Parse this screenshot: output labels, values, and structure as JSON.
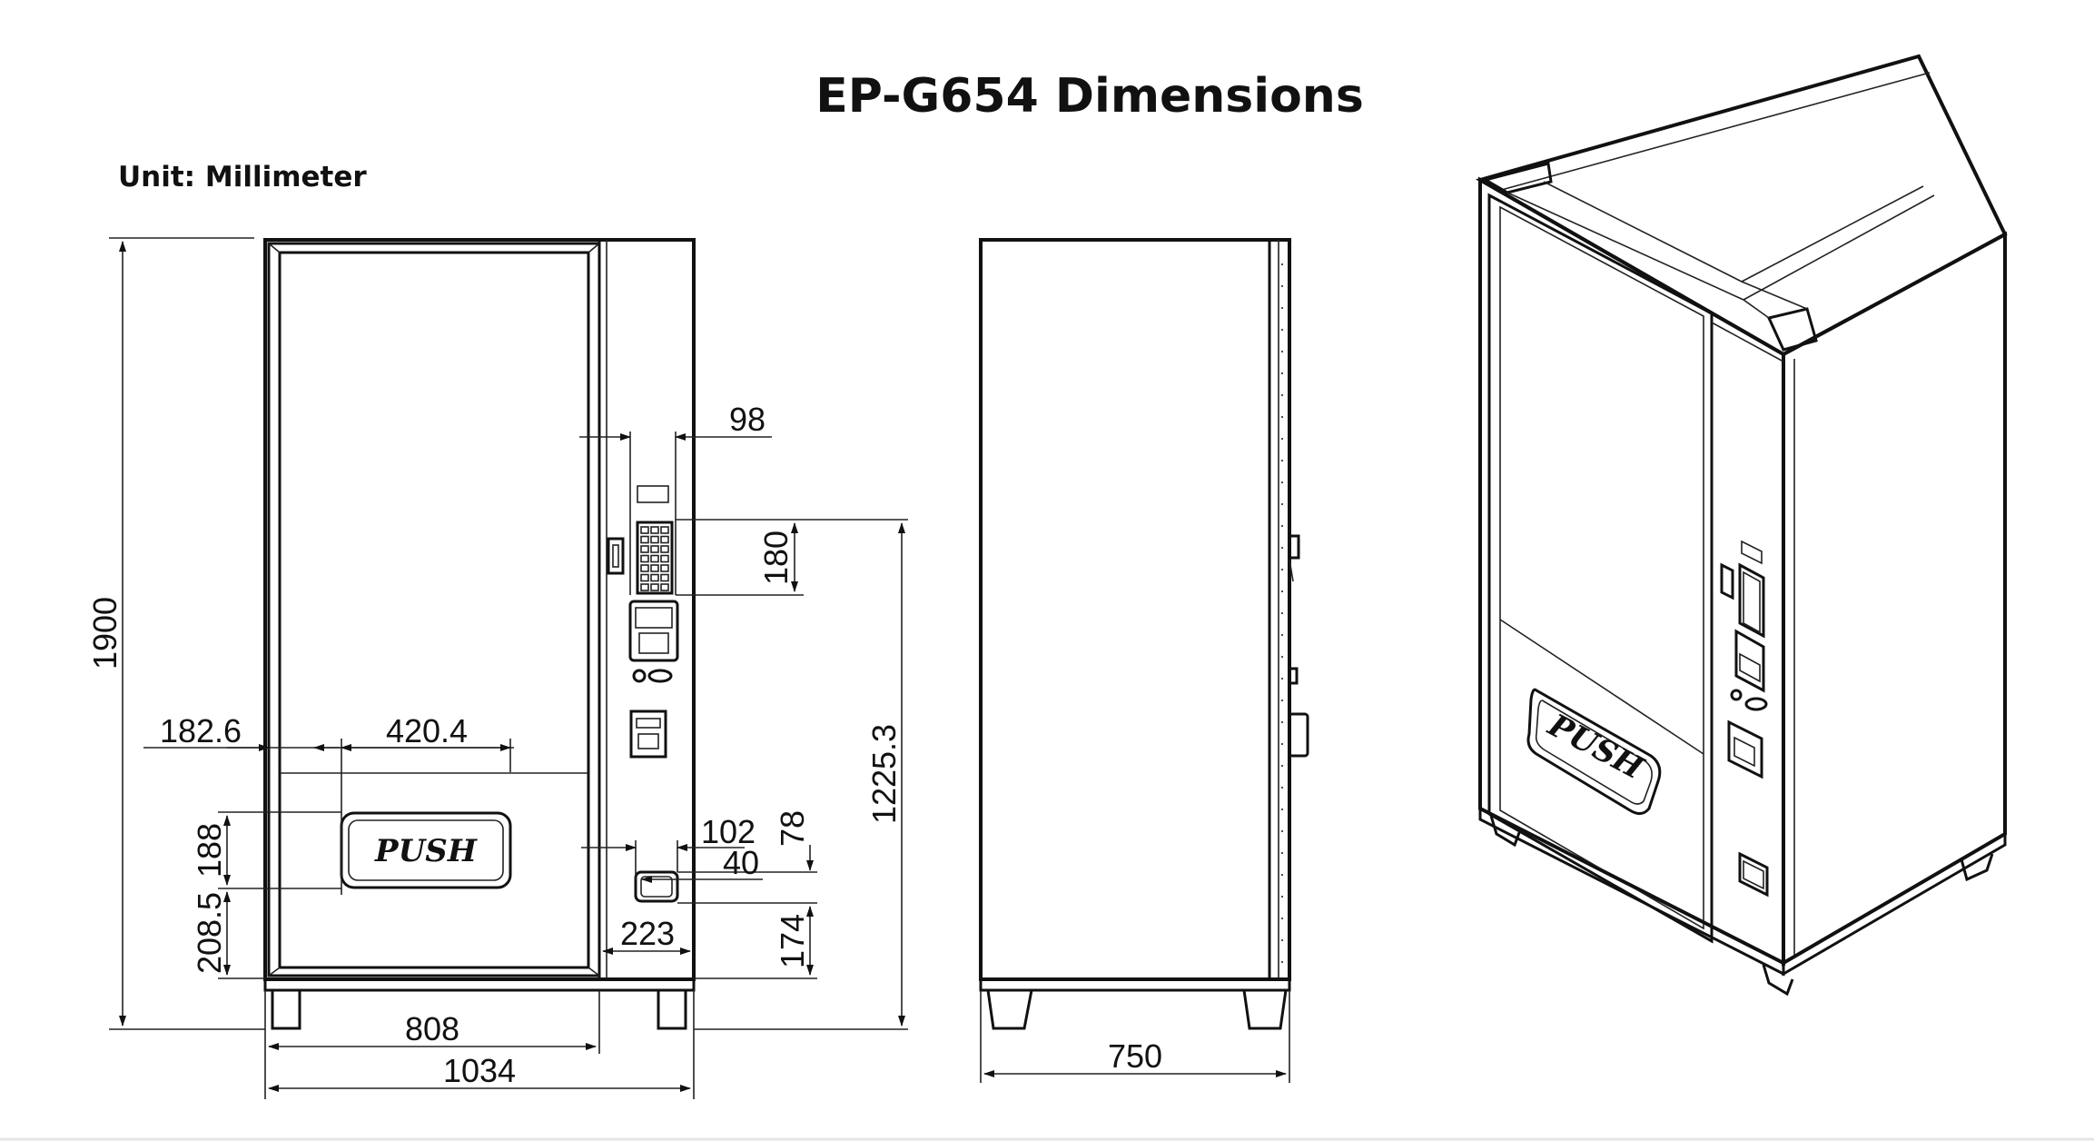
{
  "title": "EP-G654 Dimensions",
  "unit_label": "Unit: Millimeter",
  "front_view": {
    "button_label": "PUSH",
    "dims": {
      "height": "1900",
      "door_left": "182.6",
      "push_width": "420.4",
      "panel_width": "98",
      "keypad_height": "180",
      "keypad_bottom_height": "1225.3",
      "push_height": "188",
      "push_bottom": "208.5",
      "coin_width": "102",
      "coin_height": "78",
      "coin_offset": "40",
      "coin_bottom": "174",
      "coin_right": "223",
      "door_width": "808",
      "total_width": "1034"
    }
  },
  "side_view": {
    "dims": {
      "depth": "750"
    }
  },
  "perspective_view": {
    "button_label": "PUSH"
  }
}
